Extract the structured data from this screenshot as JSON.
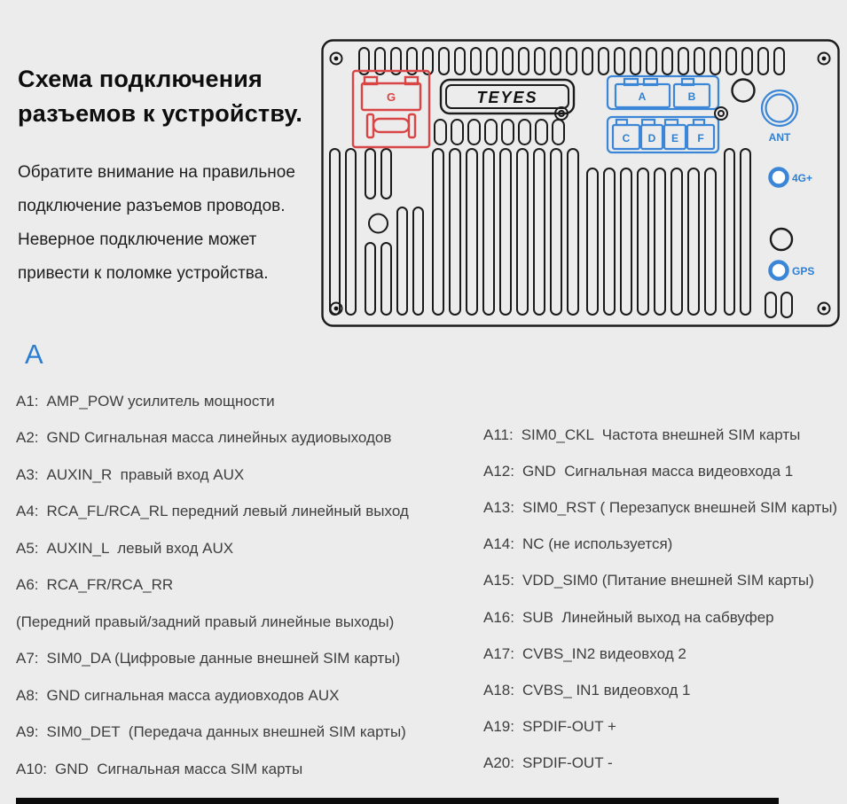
{
  "intro": {
    "title": "Схема подключения\nразъемов к устройству.",
    "note": "Обратите внимание на правильное\nподключение разъемов проводов.\nНеверное подключение может\nпривести к поломке устройства."
  },
  "device": {
    "brand": "TEYES",
    "connector_g_label": "G",
    "connector_a_label": "A",
    "connector_b_label": "B",
    "connector_c_label": "C",
    "connector_d_label": "D",
    "connector_e_label": "E",
    "connector_f_label": "F",
    "ant_label": "ANT",
    "lte_label": "4G+",
    "gps_label": "GPS"
  },
  "pin_section": {
    "heading": "A",
    "left": [
      {
        "id": "A1:",
        "desc": "AMP_POW усилитель мощности"
      },
      {
        "id": "A2:",
        "desc": "GND Сигнальная масса линейных аудиовыходов"
      },
      {
        "id": "A3:",
        "desc": "AUXIN_R  правый вход AUX"
      },
      {
        "id": "A4:",
        "desc": "RCA_FL/RCA_RL передний левый линейный выход"
      },
      {
        "id": "A5:",
        "desc": "AUXIN_L  левый вход AUX"
      },
      {
        "id": "A6:",
        "desc": "RCA_FR/RCA_RR"
      },
      {
        "id": "",
        "desc": "(Передний правый/задний правый линейные выходы)"
      },
      {
        "id": "A7:",
        "desc": "SIM0_DA (Цифровые данные внешней SIM карты)"
      },
      {
        "id": "A8:",
        "desc": "GND сигнальная масса аудиовходов AUX"
      },
      {
        "id": "A9:",
        "desc": "SIM0_DET  (Передача данных внешней SIM карты)"
      },
      {
        "id": "A10:",
        "desc": "GND  Сигнальная масса SIM карты"
      }
    ],
    "right": [
      {
        "id": "A11:",
        "desc": "SIM0_CKL  Частота внешней SIM карты"
      },
      {
        "id": "A12:",
        "desc": "GND  Сигнальная масса видеовхода 1"
      },
      {
        "id": "A13:",
        "desc": "SIM0_RST ( Перезапуск внешней SIM карты)"
      },
      {
        "id": "A14:",
        "desc": "NC (не используется)"
      },
      {
        "id": "A15:",
        "desc": "VDD_SIM0 (Питание внешней SIM карты)"
      },
      {
        "id": "A16:",
        "desc": "SUB  Линейный выход на сабвуфер"
      },
      {
        "id": "A17:",
        "desc": "CVBS_IN2 видеовход 2"
      },
      {
        "id": "A18:",
        "desc": "CVBS_ IN1 видеовход 1"
      },
      {
        "id": "A19:",
        "desc": "SPDIF-OUT +"
      },
      {
        "id": "A20:",
        "desc": "SPDIF-OUT -"
      }
    ]
  },
  "colors": {
    "accent_blue": "#3b86d6",
    "accent_red": "#d94444",
    "outline_black": "#1b1b1b",
    "background": "#ececec"
  }
}
